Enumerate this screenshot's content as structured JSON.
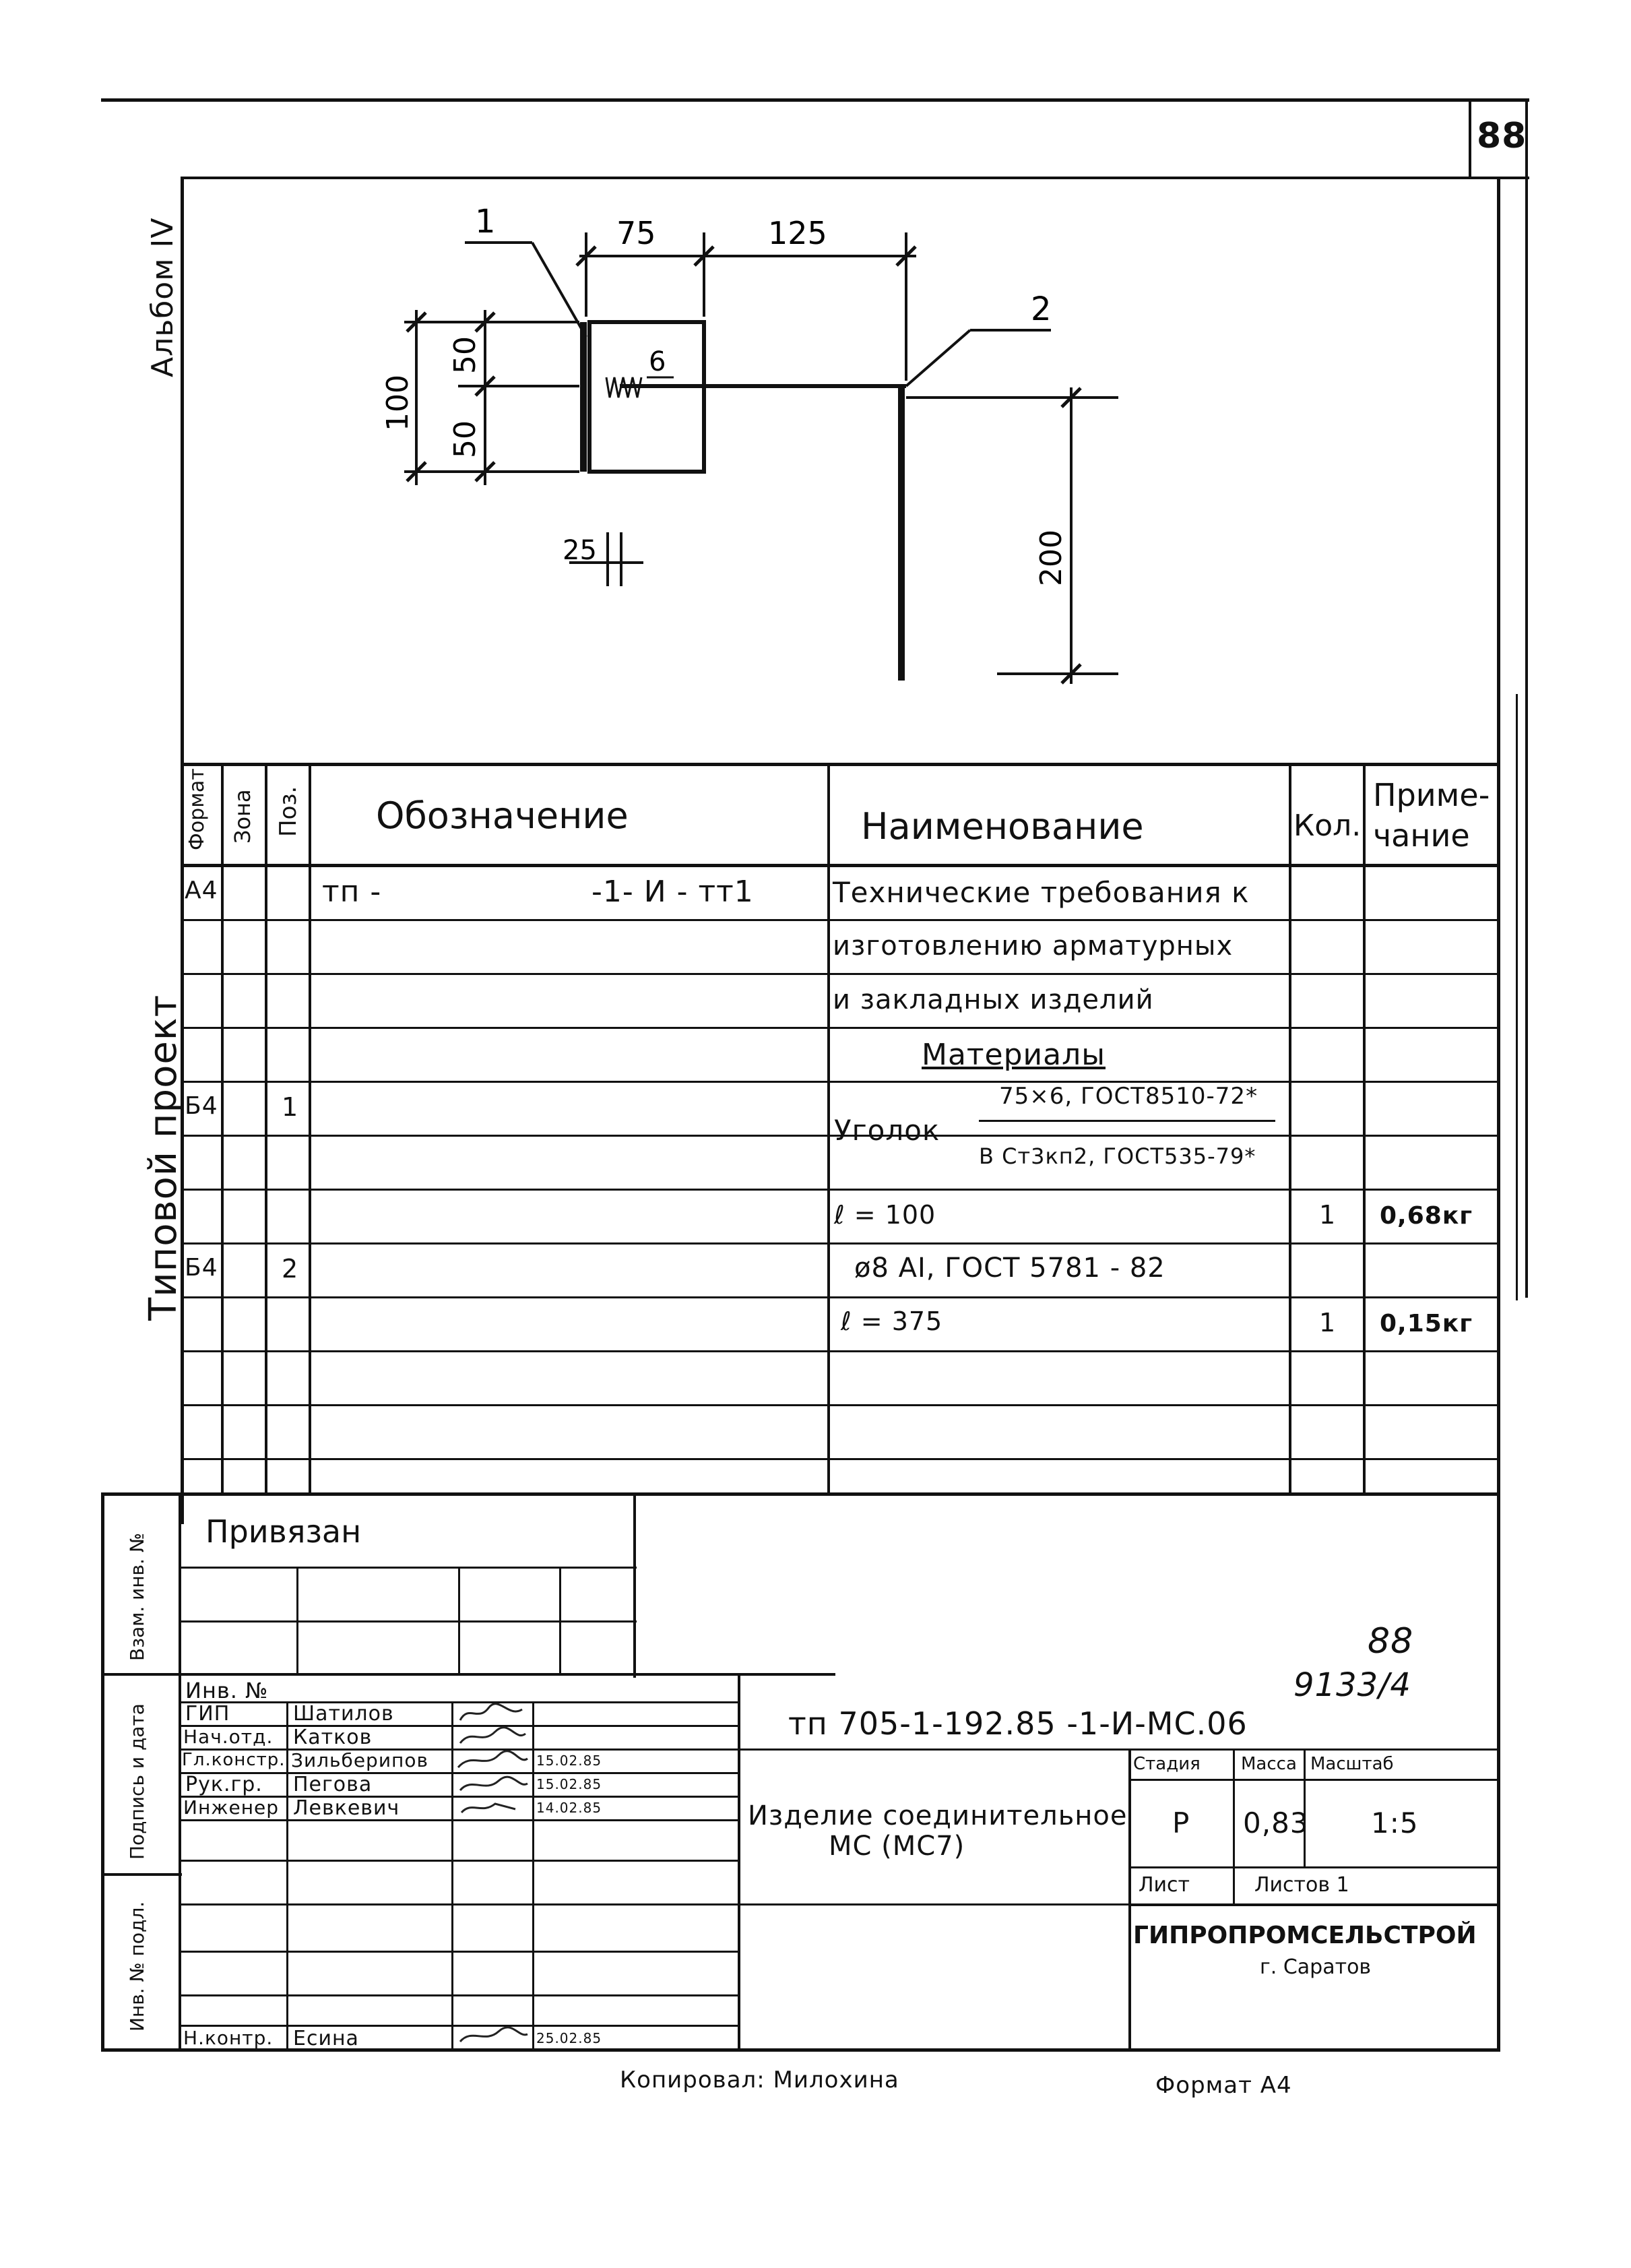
{
  "sheet_number": "88",
  "album": "Альбом IV",
  "project_type": "Типовой проект",
  "drawing": {
    "dim_75": "75",
    "dim_125": "125",
    "dim_100": "100",
    "dim_50_top": "50",
    "dim_50_bottom": "50",
    "dim_25": "25",
    "dim_200": "200",
    "dim_6": "6",
    "pos_1": "1",
    "pos_2": "2"
  },
  "spec": {
    "headers": {
      "format": "Формат",
      "zone": "Зона",
      "pos": "Поз.",
      "designation": "Обозначение",
      "name": "Наименование",
      "qty": "Кол.",
      "note_line1": "Приме-",
      "note_line2": "чание"
    },
    "rows": [
      {
        "format": "А4",
        "pos": "",
        "designation_left": "тп -",
        "designation_right": "-1- И - тт1",
        "name": "Технические требования к",
        "qty": "",
        "note": ""
      },
      {
        "format": "",
        "pos": "",
        "designation_left": "",
        "designation_right": "",
        "name": "изготовлению арматурных",
        "qty": "",
        "note": ""
      },
      {
        "format": "",
        "pos": "",
        "designation_left": "",
        "designation_right": "",
        "name": "и закладных изделий",
        "qty": "",
        "note": ""
      },
      {
        "format": "",
        "pos": "",
        "designation_left": "",
        "designation_right": "",
        "name": "Материалы",
        "qty": "",
        "note": ""
      },
      {
        "format": "Б4",
        "pos": "1",
        "designation_left": "",
        "designation_right": "",
        "name": "",
        "qty": "",
        "note": ""
      },
      {
        "format": "",
        "pos": "",
        "designation_left": "",
        "designation_right": "",
        "name": "",
        "qty": "",
        "note": ""
      },
      {
        "format": "",
        "pos": "",
        "designation_left": "",
        "designation_right": "",
        "name": "ℓ = 100",
        "qty": "1",
        "note": "0,68кг"
      },
      {
        "format": "Б4",
        "pos": "2",
        "designation_left": "",
        "designation_right": "",
        "name": "ø8 AI, ГОСТ 5781 - 82",
        "qty": "",
        "note": ""
      },
      {
        "format": "",
        "pos": "",
        "designation_left": "",
        "designation_right": "",
        "name": "ℓ = 375",
        "qty": "1",
        "note": "0,15кг"
      },
      {
        "format": "",
        "pos": "",
        "designation_left": "",
        "designation_right": "",
        "name": "",
        "qty": "",
        "note": ""
      },
      {
        "format": "",
        "pos": "",
        "designation_left": "",
        "designation_right": "",
        "name": "",
        "qty": "",
        "note": ""
      }
    ],
    "ugolok_label": "Уголок",
    "ugolok_top": "75×6, ГОСТ8510-72*",
    "ugolok_bottom": "В Ст3кп2, ГОСТ535-79*"
  },
  "title_block": {
    "privyazan": "Привязан",
    "side_labels": {
      "vzam": "Взам. инв. №",
      "podpis": "Подпись и дата",
      "inv": "Инв. № подл."
    },
    "inv_no_label": "Инв. №",
    "handwritten_88": "88",
    "handwritten_num": "9133/4",
    "doc_code": "тп 705-1-192.85 -1-И-МС.06",
    "people": [
      {
        "role": "ГИП",
        "name": "Шатилов",
        "date": ""
      },
      {
        "role": "Нач.отд.",
        "name": "Катков",
        "date": ""
      },
      {
        "role": "Гл.констр.",
        "name": "Зильберипов",
        "date": "15.02.85"
      },
      {
        "role": "Рук.гр.",
        "name": "Пегова",
        "date": "15.02.85"
      },
      {
        "role": "Инженер",
        "name": "Левкевич",
        "date": "14.02.85"
      }
    ],
    "n_kontr": {
      "role": "Н.контр.",
      "name": "Есина",
      "date": "25.02.85"
    },
    "title_line1": "Изделие соединительное",
    "title_line2": "МС (МС7)",
    "stage_label": "Стадия",
    "mass_label": "Масса",
    "scale_label": "Масштаб",
    "stage": "Р",
    "mass": "0,83",
    "scale": "1:5",
    "sheet_label": "Лист",
    "sheets_label": "Листов 1",
    "org": "ГИПРОПРОМСЕЛЬСТРОЙ",
    "city": "г. Саратов",
    "copied": "Копировал: Милохина",
    "format": "Формат А4"
  }
}
